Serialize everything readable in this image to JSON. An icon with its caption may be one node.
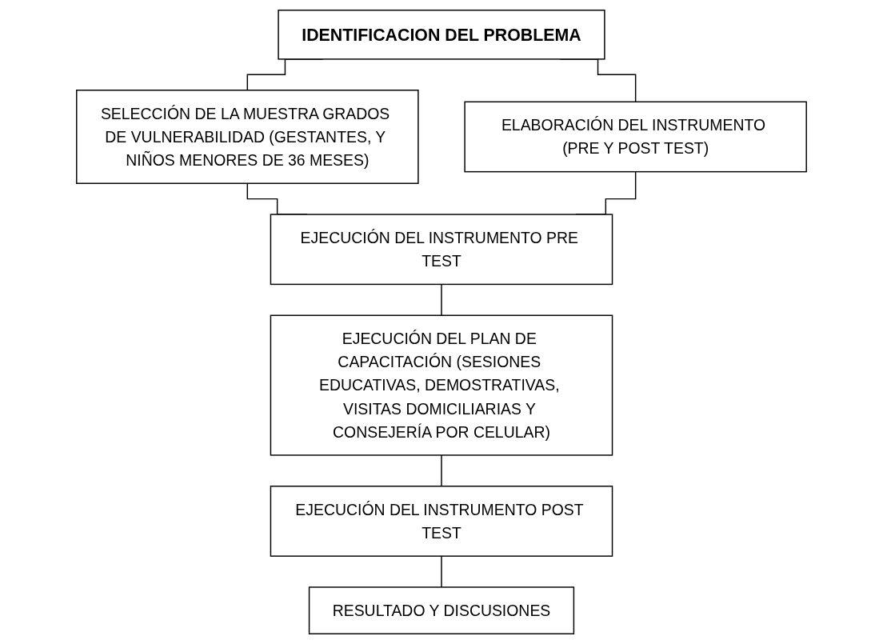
{
  "diagram": {
    "nodes": [
      {
        "text": [
          "IDENTIFICACION DEL PROBLEMA"
        ]
      },
      {
        "text": [
          "SELECCIÓN DE LA MUESTRA GRADOS DE VULNERABILIDAD (GESTANTES, Y NIÑOS MENORES DE 36 MESES)"
        ]
      },
      {
        "text": [
          "ELABORACIÓN DEL INSTRUMENTO (PRE Y POST TEST)"
        ]
      },
      {
        "text": [
          "EJECUCIÓN DEL INSTRUMENTO PRE TEST"
        ]
      },
      {
        "text": [
          "EJECUCIÓN DEL PLAN DE CAPACITACIÓN (SESIONES EDUCATIVAS, DEMOSTRATIVAS, VISITAS DOMICILIARIAS Y CONSEJERÍA POR CELULAR)"
        ]
      },
      {
        "text": [
          "EJECUCIÓN DEL INSTRUMENTO POST TEST"
        ]
      },
      {
        "text": [
          "RESULTADO Y DISCUSIONES"
        ]
      }
    ],
    "edges": [
      {
        "from": 0,
        "to": 1,
        "arrow": "none"
      },
      {
        "from": 0,
        "to": 2,
        "arrow": "none"
      },
      {
        "from": 1,
        "to": 3,
        "arrow": "none"
      },
      {
        "from": 2,
        "to": 3,
        "arrow": "none"
      },
      {
        "from": 3,
        "to": 4,
        "arrow": "none"
      },
      {
        "from": 4,
        "to": 5,
        "arrow": "none"
      },
      {
        "from": 5,
        "to": 6,
        "arrow": "none"
      }
    ]
  }
}
